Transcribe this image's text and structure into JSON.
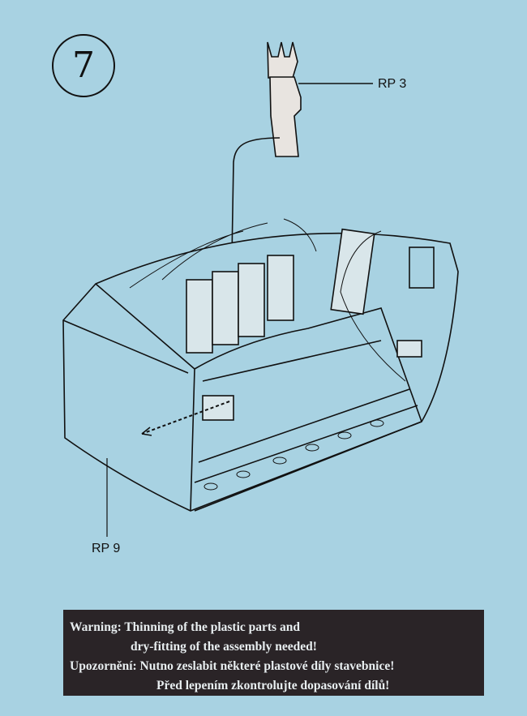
{
  "step_number": "7",
  "labels": {
    "rp3": "RP 3",
    "rp9": "RP 9"
  },
  "warning": {
    "line1": "Warning: Thinning of the plastic parts and",
    "line2": "dry-fitting of the assembly needed!",
    "line3": "Upozornění: Nutno zeslabit některé plastové díly stavebnice!",
    "line4": "Před lepením zkontrolujte dopasování dílů!"
  },
  "colors": {
    "background": "#a8d2e2",
    "warning_box": "#2a2427"
  }
}
